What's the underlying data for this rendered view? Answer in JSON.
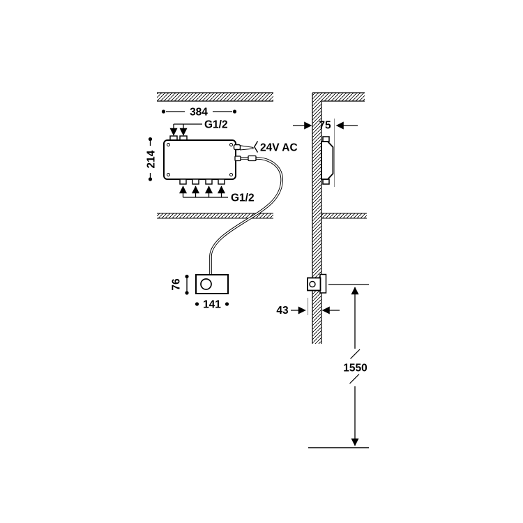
{
  "page": {
    "background": "#ffffff",
    "line_color": "#000000",
    "extension_line_color": "#8f8f8f"
  },
  "diagram": {
    "kind": "installation-dimension-drawing",
    "front_view": {
      "unit_width": "384",
      "unit_height": "214",
      "top_connection": "G1/2",
      "bottom_connection": "G1/2",
      "power": "24V AC",
      "control_height": "76",
      "control_width": "141"
    },
    "side_view": {
      "recess_depth": "75",
      "control_projection": "43",
      "height_from_floor": "1550"
    }
  }
}
